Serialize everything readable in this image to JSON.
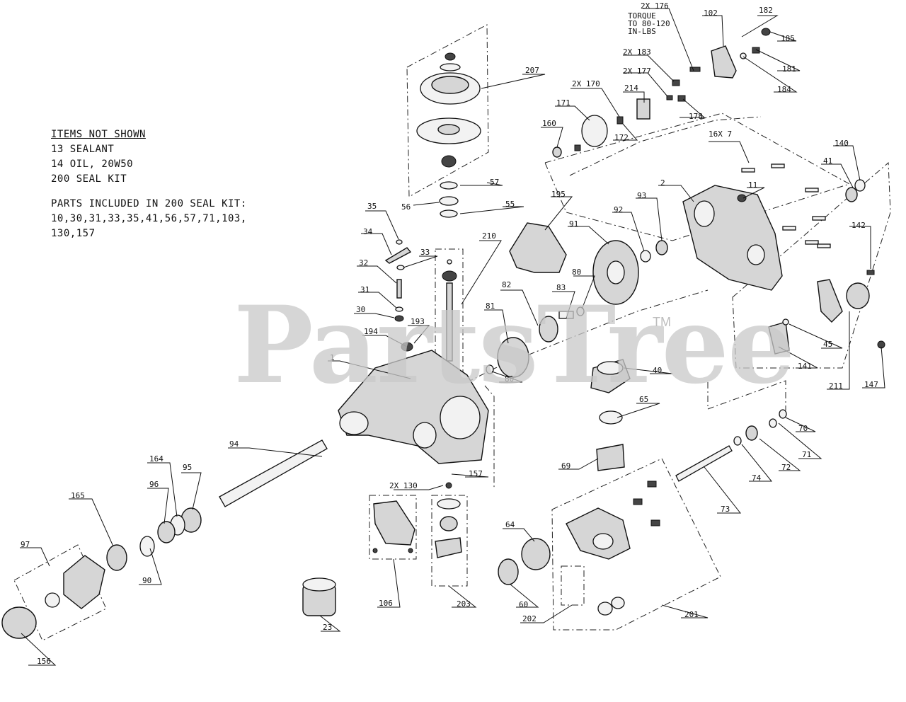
{
  "notes": {
    "header": "ITEMS NOT SHOWN",
    "lines": [
      "13 SEALANT",
      "14 OIL, 20W50",
      "200 SEAL KIT"
    ],
    "kit_header": "PARTS INCLUDED IN 200 SEAL KIT:",
    "kit_lines": [
      "10,30,31,33,35,41,56,57,71,103,",
      "130,157"
    ]
  },
  "torque_note": [
    "TORQUE",
    "TO 80-120",
    "IN-LBS"
  ],
  "watermark": "PartsTree",
  "watermark_tm": "TM",
  "labels": {
    "p1": "1",
    "p2": "2",
    "p11": "11",
    "p16x7": "16X 7",
    "p23": "23",
    "p30": "30",
    "p31": "31",
    "p32": "32",
    "p33": "33",
    "p34": "34",
    "p35": "35",
    "p40": "40",
    "p41": "41",
    "p45": "45",
    "p55": "55",
    "p56": "56",
    "p57": "57",
    "p60": "60",
    "p64": "64",
    "p65": "65",
    "p69": "69",
    "p70": "70",
    "p71": "71",
    "p72": "72",
    "p73": "73",
    "p74": "74",
    "p80a": "80",
    "p80b": "80",
    "p81": "81",
    "p82": "82",
    "p83": "83",
    "p90": "90",
    "p91": "91",
    "p92": "92",
    "p93": "93",
    "p94": "94",
    "p95": "95",
    "p96": "96",
    "p97": "97",
    "p102": "102",
    "p106": "106",
    "p2x130": "2X 130",
    "p140": "140",
    "p141": "141",
    "p142": "142",
    "p147": "147",
    "p156": "156",
    "p157": "157",
    "p160": "160",
    "p164": "164",
    "p165": "165",
    "p2x170": "2X 170",
    "p171": "171",
    "p172": "172",
    "p2x176": "2X 176",
    "p2x177": "2X 177",
    "p178": "178",
    "p181": "181",
    "p182": "182",
    "p2x183": "2X 183",
    "p184": "184",
    "p185": "185",
    "p193": "193",
    "p194": "194",
    "p195": "195",
    "p201": "201",
    "p202": "202",
    "p203": "203",
    "p207": "207",
    "p210": "210",
    "p211": "211",
    "p214": "214"
  }
}
